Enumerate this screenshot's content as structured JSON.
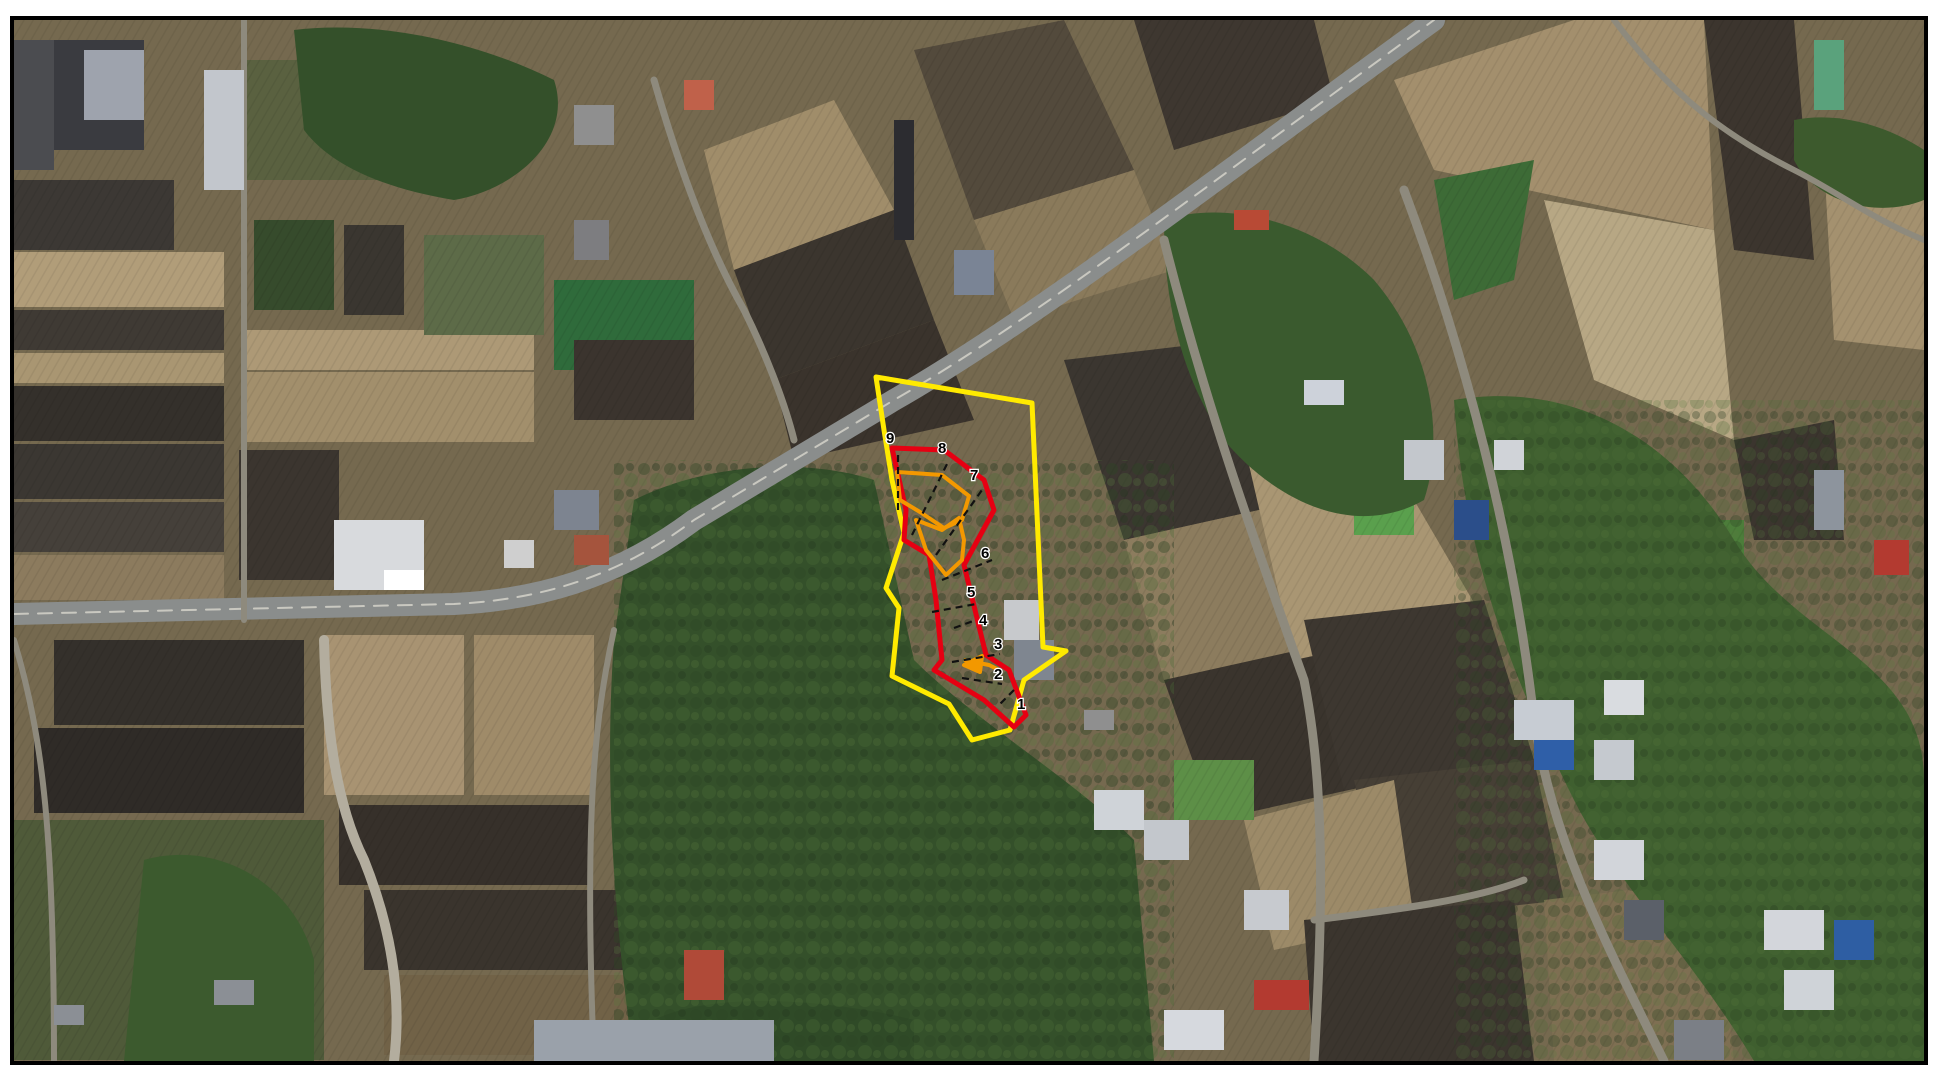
{
  "map": {
    "kind": "aerial-photo",
    "colors": {
      "outer_boundary": "#ffea00",
      "inner_boundary": "#e60012",
      "sub_area": "#f39800",
      "section_line": "#111111",
      "road": "#8a8d8c",
      "forest": "#36512b",
      "field_dark": "#3e3730",
      "field_light": "#a8946f",
      "frame": "#000000"
    },
    "section_labels": [
      "1",
      "2",
      "3",
      "4",
      "5",
      "6",
      "7",
      "8",
      "9"
    ]
  }
}
